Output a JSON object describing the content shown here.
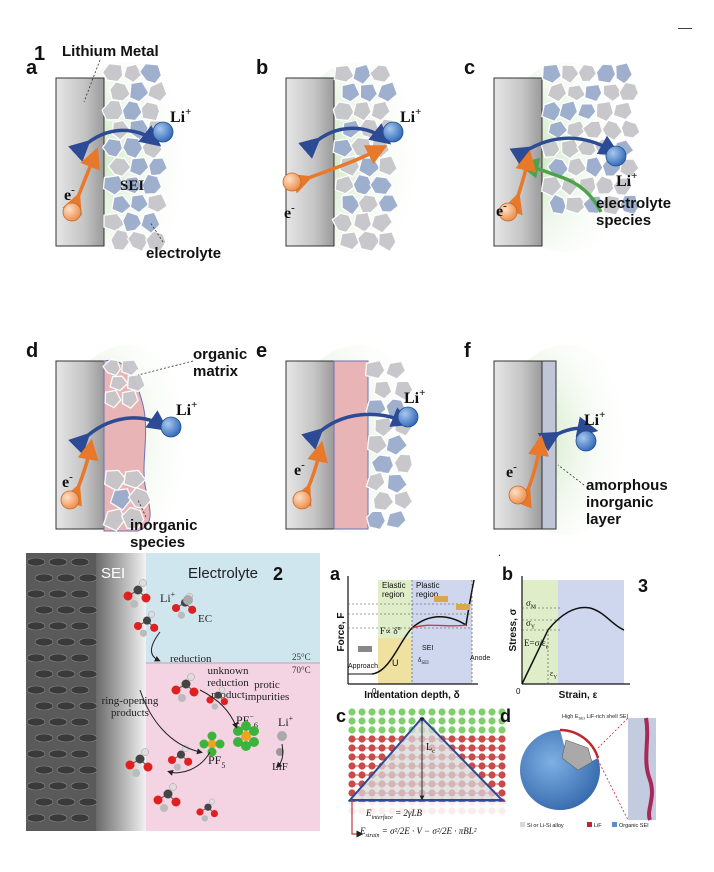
{
  "figure1": {
    "number": "1",
    "labels": {
      "lithium_metal": "Lithium Metal",
      "sei": "SEI",
      "electrolyte": "electrolyte",
      "electrolyte_species": "electrolyte\nspecies",
      "organic_matrix": "organic\nmatrix",
      "inorganic_species": "inorganic\nspecies",
      "amorphous_layer": "amorphous\ninorganic\nlayer"
    },
    "ions": {
      "li": "Li",
      "li_sup": "+",
      "e": "e",
      "e_sup": "-"
    },
    "panels": [
      {
        "letter": "a"
      },
      {
        "letter": "b"
      },
      {
        "letter": "c"
      },
      {
        "letter": "d"
      },
      {
        "letter": "e"
      },
      {
        "letter": "f"
      }
    ],
    "colors": {
      "metal": "#b9b9b9",
      "grain_grey": "#c6c6ca",
      "grain_blue": "#9aaccc",
      "green_glow": "#cfe8c4",
      "pink_matrix": "#e8b4b6",
      "amorphous": "#c0c6d8",
      "li_ball": "#3a78c4",
      "e_ball": "#f0a064",
      "blue_arrow": "#2d4a95",
      "orange_arrow": "#e8782a",
      "green_arrow": "#4da34a"
    }
  },
  "figure2": {
    "number": "2",
    "sei": "SEI",
    "electrolyte": "Electrolyte",
    "li": "Li",
    "li_sup": "+",
    "ec": "EC",
    "reduction": "reduction",
    "unknown": "unknown\nreduction\nproduct",
    "temp_low": "25°C",
    "temp_high": "70°C",
    "protic": "protic\nimpurities",
    "pf6": "PF",
    "pf6_sub": "6",
    "pf6_sup": "−",
    "pf5": "PF",
    "pf5_sub": "5",
    "ring_opening": "ring-opening\nproducts",
    "lif": "LiF",
    "colors": {
      "top_bg": "#cfe6ef",
      "bottom_bg": "#f4d4e2"
    }
  },
  "figure3": {
    "number": "3",
    "panel_a": {
      "letter": "a",
      "ylabel": "Force, F",
      "xlabel": "Indentation depth, δ",
      "elastic": "Elastic\nregion",
      "plastic": "Plastic\nregion",
      "f_prop": "F∝ δ",
      "f_prop_sup": "n",
      "u": "U",
      "approach": "Approach",
      "sei": "SEI",
      "delta_sei": "δ",
      "delta_sub": "SEI",
      "anode": "Anode",
      "zero": "0"
    },
    "panel_b": {
      "letter": "b",
      "ylabel": "Stress, σ",
      "xlabel": "Strain, ε",
      "sigma_m": "σ",
      "sigma_m_sub": "M",
      "sigma_y": "σ",
      "sigma_y_sub": "Y",
      "e_eq": "E=σ/ε",
      "e_eq_sub": "e",
      "eps_y": "ε",
      "eps_y_sub": "Y",
      "zero": "0"
    },
    "panel_c": {
      "letter": "c",
      "lc": "L",
      "lc_sub": "c",
      "e_interface": "E",
      "e_interface_sub": "interface",
      "e_interface_rhs": " = 2γLB",
      "e_strain": "E",
      "e_strain_sub": "strain",
      "e_strain_rhs": " = σ²/2E · V − σ²/2E · πBL²"
    },
    "panel_d": {
      "letter": "d",
      "title": "High E",
      "title_sub": "SEI",
      "title_rest": " LiF-rich shell SEI",
      "legend": [
        {
          "label": "Si or Li-Si alloy",
          "color": "#d8d8d8"
        },
        {
          "label": "LiF",
          "color": "#c0272d"
        },
        {
          "label": "Organic SEI",
          "color": "#5b8ec7"
        }
      ]
    }
  },
  "dash": "—",
  "dot": "."
}
